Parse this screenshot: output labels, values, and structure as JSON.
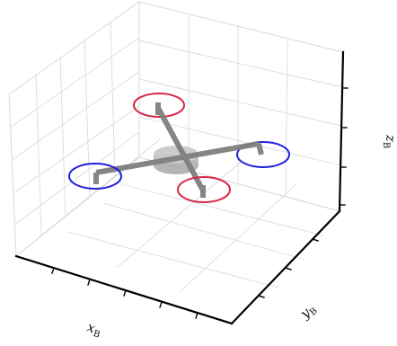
{
  "figure": {
    "background": "#ffffff",
    "pane_edge_color": "#d9d9d9",
    "grid_color": "#dcdcdc",
    "axis_color": "#000000"
  },
  "axes": {
    "x_label": "x",
    "x_label_sub": "B",
    "y_label": "y",
    "y_label_sub": "B",
    "z_label": "z",
    "z_label_sub": "B"
  },
  "quadrotor": {
    "arm_color": "#7f7f7f",
    "body_color": "#b5b5b5",
    "rotors": [
      {
        "name": "rotor-front",
        "color": "#d62845"
      },
      {
        "name": "rotor-back",
        "color": "#d62845"
      },
      {
        "name": "rotor-left",
        "color": "#1f1fe0"
      },
      {
        "name": "rotor-right",
        "color": "#1f1fe0"
      }
    ]
  }
}
